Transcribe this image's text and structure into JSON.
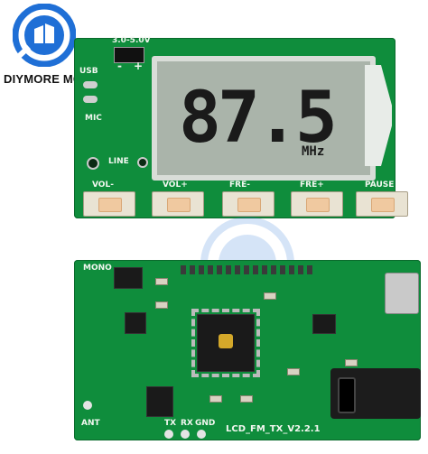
{
  "brand": {
    "name": "DIYMORE MODULE",
    "accent_color": "#1f6fd6"
  },
  "top_board": {
    "power_label": "3.0-5.0V",
    "polarity_labels": [
      "-",
      "+"
    ],
    "left_labels": [
      "USB",
      "MIC",
      "LINE"
    ],
    "lcd_frequency": "87.5",
    "lcd_unit": "MHz",
    "buttons": [
      "VOL-",
      "VOL+",
      "FRE-",
      "FRE+",
      "PAUSE"
    ]
  },
  "bottom_board": {
    "mono_label": "MONO",
    "ant_label": "ANT",
    "pin_labels": [
      "TX",
      "RX",
      "GND"
    ],
    "version_label": "LCD_FM_TX_V2.2.1"
  },
  "colors": {
    "pcb": "#0f8d3c",
    "lcd": "#aab4aa",
    "silkscreen": "#f2f7f0"
  }
}
